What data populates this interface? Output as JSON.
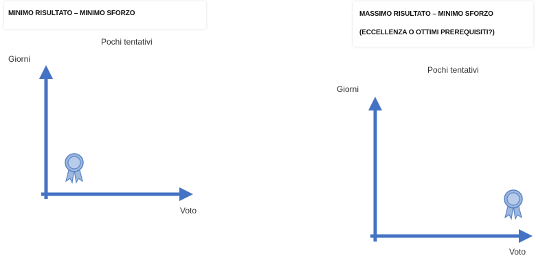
{
  "panels": {
    "left": {
      "title": "MINIMO RISULTATO – MINIMO SFORZO",
      "subtitle": "Pochi tentativi",
      "y_label": "Giorni",
      "x_label": "Voto",
      "badge_icon": "award-ribbon-icon"
    },
    "right": {
      "title": "MASSIMO RISULTATO – MINIMO SFORZO",
      "title_line2": "(ECCELLENZA O OTTIMI PREREQUISITI?)",
      "subtitle": "Pochi tentativi",
      "y_label": "Giorni",
      "x_label": "Voto",
      "badge_icon": "award-ribbon-icon"
    }
  },
  "colors": {
    "axis": "#4472C4",
    "badge_fill": "#9DB8DF",
    "badge_stroke": "#5B84C4"
  }
}
